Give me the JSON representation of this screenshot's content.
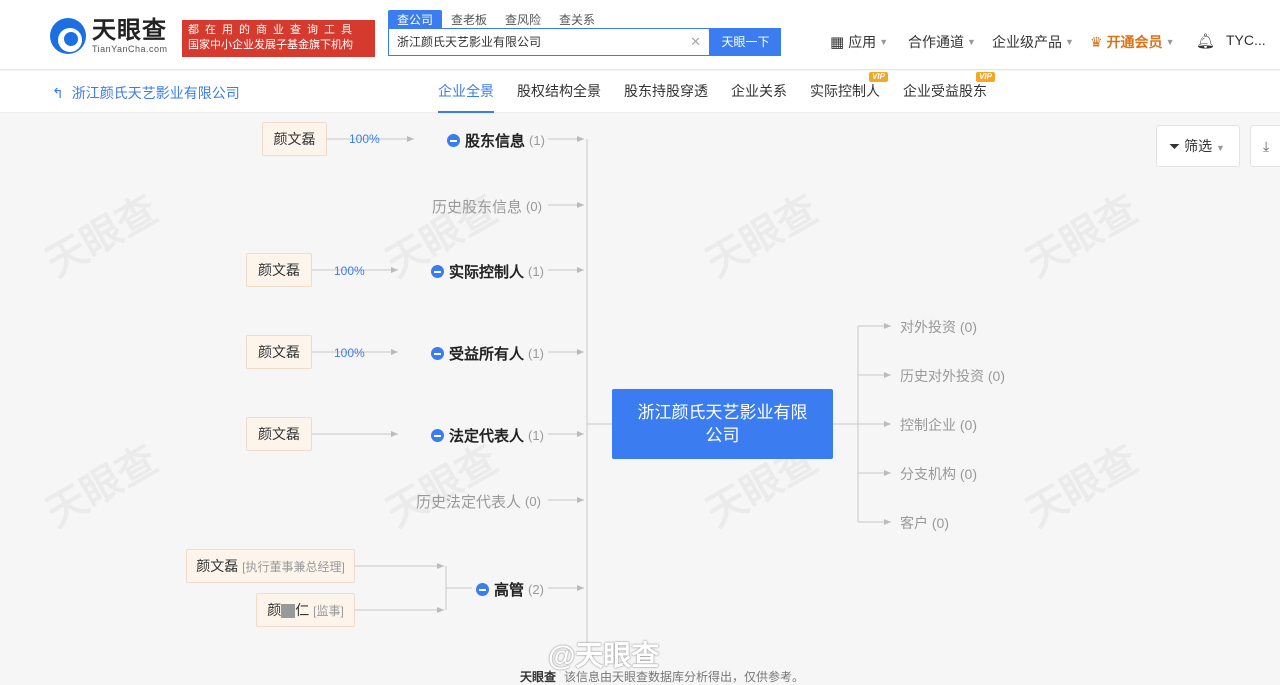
{
  "header": {
    "logo_cn": "天眼查",
    "logo_en": "TianYanCha.com",
    "slogan_line1": "都在用的商业查询工具",
    "slogan_line2": "国家中小企业发展子基金旗下机构",
    "search_tabs": [
      "查公司",
      "查老板",
      "查风险",
      "查关系"
    ],
    "search_value": "浙江颜氏天艺影业有限公司",
    "search_button": "天眼一下",
    "nav": {
      "apps": "应用",
      "channel": "合作通道",
      "enterprise": "企业级产品",
      "member": "开通会员",
      "user": "TYC..."
    }
  },
  "subbar": {
    "company": "浙江颜氏天艺影业有限公司",
    "tabs": [
      "企业全景",
      "股权结构全景",
      "股东持股穿透",
      "企业关系",
      "实际控制人",
      "企业受益股东"
    ],
    "vip": "VIP"
  },
  "graph": {
    "watermark": "天眼查",
    "center": "浙江颜氏天艺影业有限公司",
    "left_nodes": {
      "shareholders": {
        "label": "股东信息",
        "count": "(1)",
        "person": "颜文磊",
        "pct": "100%"
      },
      "history_shareholders": {
        "label": "历史股东信息",
        "count": "(0)"
      },
      "controller": {
        "label": "实际控制人",
        "count": "(1)",
        "person": "颜文磊",
        "pct": "100%"
      },
      "beneficiary": {
        "label": "受益所有人",
        "count": "(1)",
        "person": "颜文磊",
        "pct": "100%"
      },
      "legal_rep": {
        "label": "法定代表人",
        "count": "(1)",
        "person": "颜文磊"
      },
      "history_legal_rep": {
        "label": "历史法定代表人",
        "count": "(0)"
      },
      "executives": {
        "label": "高管",
        "count": "(2)",
        "person1": "颜文磊",
        "role1": "[执行董事兼总经理]",
        "person2_a": "颜",
        "person2_b": "仁",
        "role2": "[监事]"
      }
    },
    "right_nodes": [
      {
        "label": "对外投资",
        "count": "(0)"
      },
      {
        "label": "历史对外投资",
        "count": "(0)"
      },
      {
        "label": "控制企业",
        "count": "(0)"
      },
      {
        "label": "分支机构",
        "count": "(0)"
      },
      {
        "label": "客户",
        "count": "(0)"
      }
    ]
  },
  "toolbar": {
    "filter": "筛选"
  },
  "footer": {
    "logo": "天眼查",
    "note": "该信息由天眼查数据库分析得出，仅供参考。",
    "weibo": "@天眼查"
  }
}
